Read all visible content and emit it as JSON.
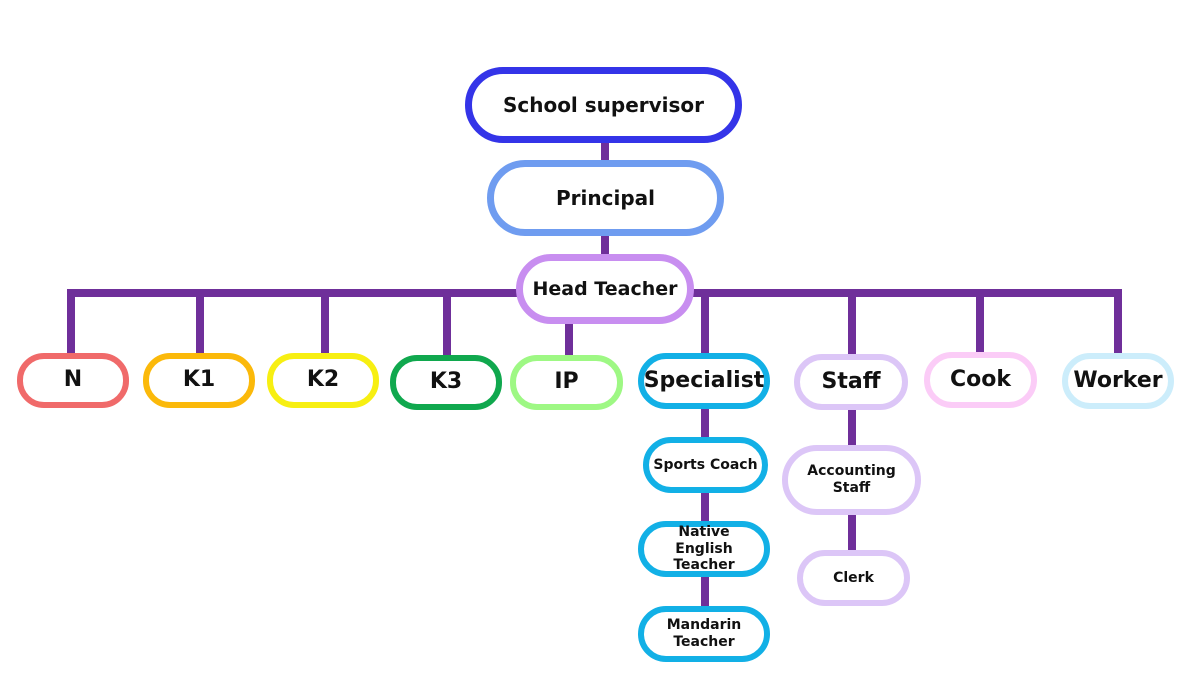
{
  "nodes": {
    "supervisor": {
      "label": "School supervisor",
      "color": "#3434e8"
    },
    "principal": {
      "label": "Principal",
      "color": "#6f9cf0"
    },
    "head_teacher": {
      "label": "Head Teacher",
      "color": "#c88ef0"
    },
    "n": {
      "label": "N",
      "color": "#f06a6a"
    },
    "k1": {
      "label": "K1",
      "color": "#fbb90a"
    },
    "k2": {
      "label": "K2",
      "color": "#f7ef12"
    },
    "k3": {
      "label": "K3",
      "color": "#10a84e"
    },
    "ip": {
      "label": "IP",
      "color": "#9ef884"
    },
    "specialist": {
      "label": "Specialist",
      "color": "#12b0e6"
    },
    "staff": {
      "label": "Staff",
      "color": "#dcc6f7"
    },
    "cook": {
      "label": "Cook",
      "color": "#fbccf7"
    },
    "worker": {
      "label": "Worker",
      "color": "#ccedfb"
    },
    "sports_coach": {
      "label": "Sports Coach",
      "color": "#12b0e6"
    },
    "native_english": {
      "label": "Native English Teacher",
      "color": "#12b0e6"
    },
    "mandarin": {
      "label": "Mandarin Teacher",
      "color": "#12b0e6"
    },
    "accounting": {
      "label": "Accounting Staff",
      "color": "#dcc6f7"
    },
    "clerk": {
      "label": "Clerk",
      "color": "#dcc6f7"
    }
  },
  "connector_color": "#6f2f9a"
}
